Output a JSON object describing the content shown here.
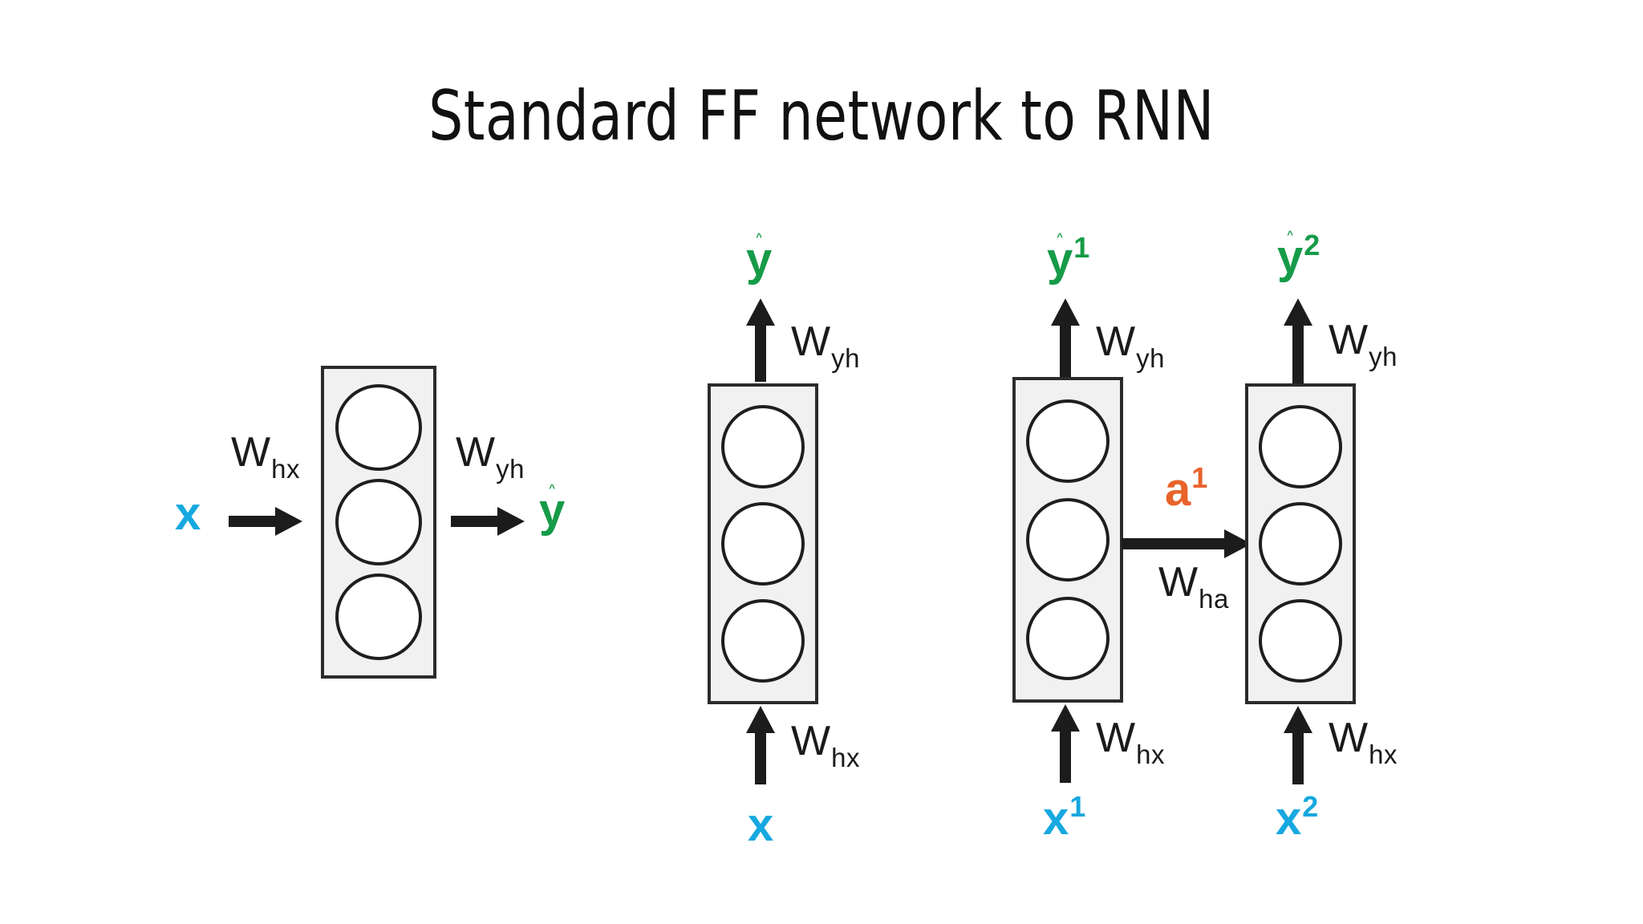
{
  "slide": {
    "title": "Standard FF network to RNN",
    "background_color": "#ffffff"
  },
  "colors": {
    "input": "#16a8e0",
    "output": "#169b48",
    "activation": "#e8622a",
    "arrow": "#1c1c1c",
    "layer_fill": "#f1f1f1",
    "layer_border": "#2b2b2b",
    "unit_border": "#1e1e1e",
    "text": "#1a1a1a"
  },
  "diagrams": [
    {
      "id": "ff-horizontal",
      "name": "standard-feedforward-network",
      "orientation": "horizontal",
      "units": 3,
      "input": {
        "symbol": "x",
        "superscript": "",
        "hat": false
      },
      "output": {
        "symbol": "y",
        "superscript": "",
        "hat": true
      },
      "weights": {
        "input_to_hidden": {
          "main": "W",
          "sub": "hx"
        },
        "hidden_to_output": {
          "main": "W",
          "sub": "yh"
        }
      }
    },
    {
      "id": "ff-vertical",
      "name": "feedforward-network-rotated",
      "orientation": "vertical",
      "units": 3,
      "input": {
        "symbol": "x",
        "superscript": "",
        "hat": false
      },
      "output": {
        "symbol": "y",
        "superscript": "",
        "hat": true
      },
      "weights": {
        "input_to_hidden": {
          "main": "W",
          "sub": "hx"
        },
        "hidden_to_output": {
          "main": "W",
          "sub": "yh"
        }
      }
    },
    {
      "id": "rnn-t1",
      "name": "rnn-timestep-1",
      "orientation": "vertical",
      "units": 3,
      "input": {
        "symbol": "x",
        "superscript": "1",
        "hat": false
      },
      "output": {
        "symbol": "y",
        "superscript": "1",
        "hat": true
      },
      "weights": {
        "input_to_hidden": {
          "main": "W",
          "sub": "hx"
        },
        "hidden_to_output": {
          "main": "W",
          "sub": "yh"
        },
        "hidden_to_hidden": {
          "main": "W",
          "sub": "ha"
        }
      },
      "recurrent": {
        "symbol": "a",
        "superscript": "1"
      }
    },
    {
      "id": "rnn-t2",
      "name": "rnn-timestep-2",
      "orientation": "vertical",
      "units": 3,
      "input": {
        "symbol": "x",
        "superscript": "2",
        "hat": false
      },
      "output": {
        "symbol": "y",
        "superscript": "2",
        "hat": true
      },
      "weights": {
        "input_to_hidden": {
          "main": "W",
          "sub": "hx"
        },
        "hidden_to_output": {
          "main": "W",
          "sub": "yh"
        }
      }
    }
  ],
  "glyphs": {
    "hat": "^"
  }
}
